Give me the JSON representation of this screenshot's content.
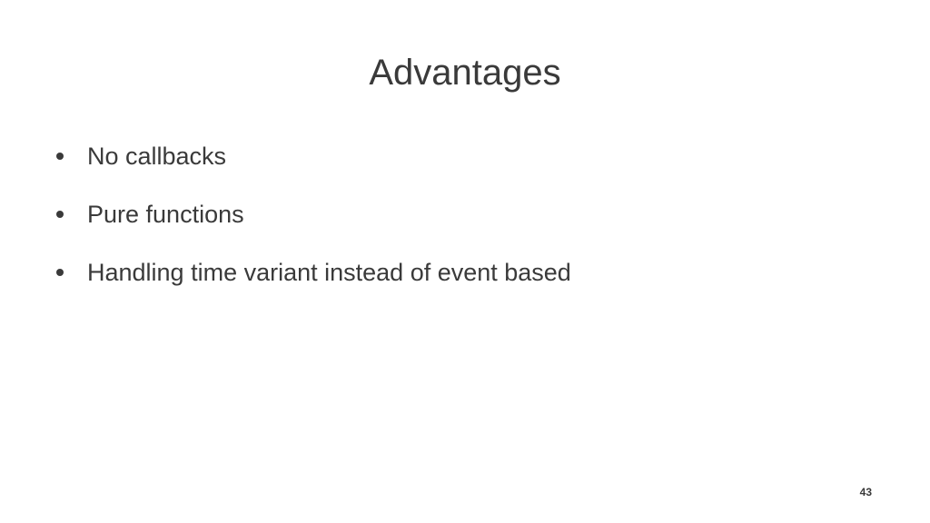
{
  "slide": {
    "title": "Advantages",
    "bullets": [
      "No callbacks",
      "Pure functions",
      "Handling time variant instead of event based"
    ],
    "page_number": "43"
  },
  "colors": {
    "text": "#3a3a3a",
    "background": "#ffffff"
  }
}
